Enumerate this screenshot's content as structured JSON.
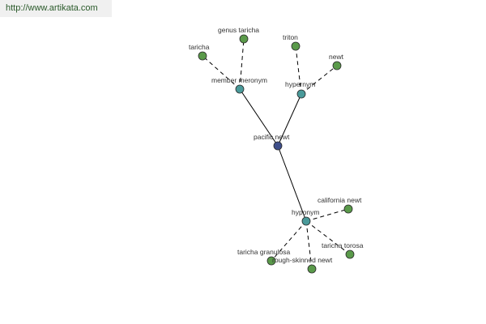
{
  "banner": {
    "url": "http://www.artikata.com"
  },
  "colors": {
    "center_node": "#3e4f8a",
    "relation_node": "#4a9a9a",
    "leaf_node": "#5a9a4a",
    "node_stroke": "#2a2a2a",
    "edge": "#000000"
  },
  "graph": {
    "nodes": [
      {
        "id": "center",
        "label": "pacific newt",
        "kind": "center"
      },
      {
        "id": "member-meronym",
        "label": "member meronym",
        "kind": "relation"
      },
      {
        "id": "hypernym",
        "label": "hypernym",
        "kind": "relation"
      },
      {
        "id": "hyponym",
        "label": "hyponym",
        "kind": "relation"
      },
      {
        "id": "taricha",
        "label": "taricha",
        "kind": "leaf"
      },
      {
        "id": "genus-taricha",
        "label": "genus taricha",
        "kind": "leaf"
      },
      {
        "id": "triton",
        "label": "triton",
        "kind": "leaf"
      },
      {
        "id": "newt",
        "label": "newt",
        "kind": "leaf"
      },
      {
        "id": "california-newt",
        "label": "california newt",
        "kind": "leaf"
      },
      {
        "id": "taricha-torosa",
        "label": "taricha torosa",
        "kind": "leaf"
      },
      {
        "id": "rough-skinned-newt",
        "label": "rough-skinned newt",
        "kind": "leaf"
      },
      {
        "id": "taricha-granulosa",
        "label": "taricha granulosa",
        "kind": "leaf"
      }
    ],
    "edges": [
      {
        "from": "center",
        "to": "member-meronym",
        "style": "solid"
      },
      {
        "from": "center",
        "to": "hypernym",
        "style": "solid"
      },
      {
        "from": "center",
        "to": "hyponym",
        "style": "solid"
      },
      {
        "from": "member-meronym",
        "to": "taricha",
        "style": "dashed"
      },
      {
        "from": "member-meronym",
        "to": "genus-taricha",
        "style": "dashed"
      },
      {
        "from": "hypernym",
        "to": "triton",
        "style": "dashed"
      },
      {
        "from": "hypernym",
        "to": "newt",
        "style": "dashed"
      },
      {
        "from": "hyponym",
        "to": "california-newt",
        "style": "dashed"
      },
      {
        "from": "hyponym",
        "to": "taricha-torosa",
        "style": "dashed"
      },
      {
        "from": "hyponym",
        "to": "rough-skinned-newt",
        "style": "dashed"
      },
      {
        "from": "hyponym",
        "to": "taricha-granulosa",
        "style": "dashed"
      }
    ]
  }
}
